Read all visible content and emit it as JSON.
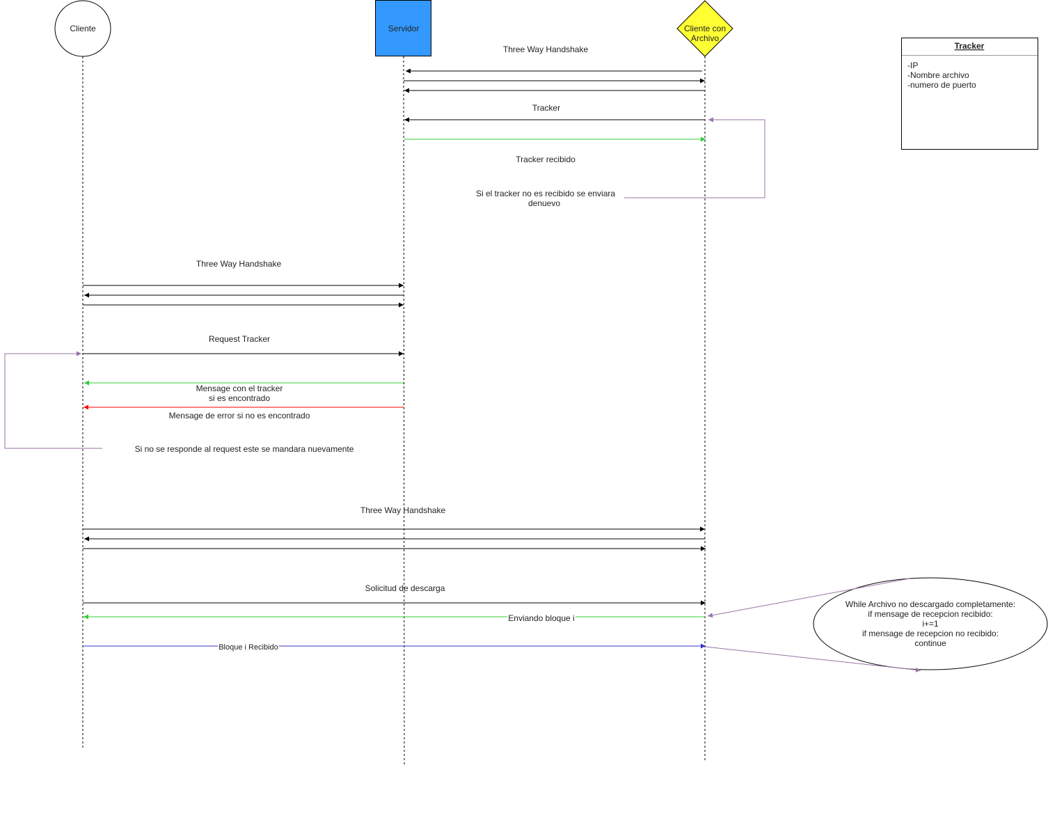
{
  "actors": {
    "cliente": "Cliente",
    "servidor": "Servidor",
    "cliente_archivo": [
      "Cliente con",
      "Archivo"
    ]
  },
  "tracker_box": {
    "title": "Tracker",
    "fields": [
      "-IP",
      "-Nombre archivo",
      "-numero de puerto"
    ]
  },
  "labels": {
    "handshake_1": "Three Way Handshake",
    "tracker": "Tracker",
    "tracker_recibido": "Tracker recibido",
    "tracker_retry": [
      "Si el tracker no es recibido se enviara",
      "denuevo"
    ],
    "handshake_2": "Three Way Handshake",
    "request_tracker": "Request Tracker",
    "mensaje_tracker": [
      "Mensage con el tracker",
      "si es encontrado"
    ],
    "mensaje_error": "Mensage de error si no es encontrado",
    "request_retry": "Si no se responde al request este se mandara nuevamente",
    "handshake_3": "Three Way Handshake",
    "solicitud": "Solicitud de descarga",
    "enviando": "Enviando bloque i",
    "bloque_recibido": "Bloque i Recibido"
  },
  "loop_note": [
    "While Archivo no descargado completamente:",
    "if mensage de recepcion recibido:",
    "i+=1",
    "if mensage de recepcion no recibido:",
    "continue"
  ],
  "colors": {
    "servidor_fill": "#3399ff",
    "cliente_archivo_fill": "#ffff33",
    "success": "#33cc33",
    "error": "#ff0000",
    "retry": "#9673a6",
    "ack": "#3333cc"
  }
}
